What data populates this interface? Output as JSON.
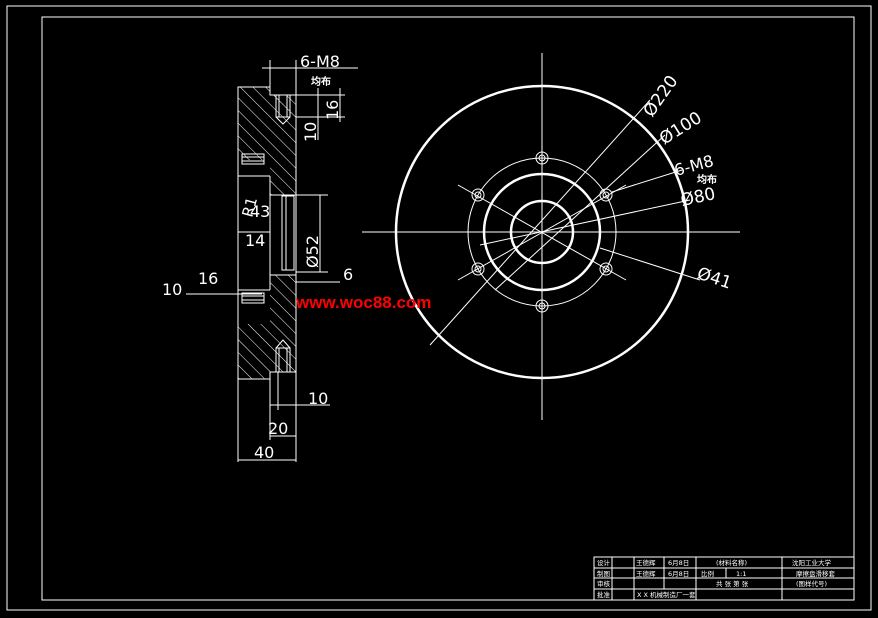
{
  "watermark": "www.woc88.com",
  "side_view": {
    "dims": {
      "thread": "6-M8",
      "thread_note": "均布",
      "d16": "16",
      "d10_hole": "10",
      "r1": "R1",
      "d43": "43",
      "d52": "Ø52",
      "d14": "14",
      "d6": "6",
      "d16b": "16",
      "d10_left": "10",
      "d10_bottom": "10",
      "d20": "20",
      "d40": "40"
    }
  },
  "front_view": {
    "dims": {
      "d220": "Ø220",
      "d100": "Ø100",
      "thread": "6-M8",
      "thread_note": "均布",
      "d80": "Ø80",
      "d41": "Ø41"
    }
  },
  "title_block": {
    "rows": [
      [
        "设计",
        "王德辉",
        "6月8日",
        "(材料名称)",
        "沈阳工业大学"
      ],
      [
        "制图",
        "王德辉",
        "6月8日",
        "比例",
        "1:1",
        "摩擦盘滑移套"
      ],
      [
        "审核",
        "",
        "",
        "共 张 第 张",
        "(图样代号)"
      ],
      [
        "批准",
        "",
        "",
        "X X 机械制造厂一套"
      ]
    ]
  }
}
